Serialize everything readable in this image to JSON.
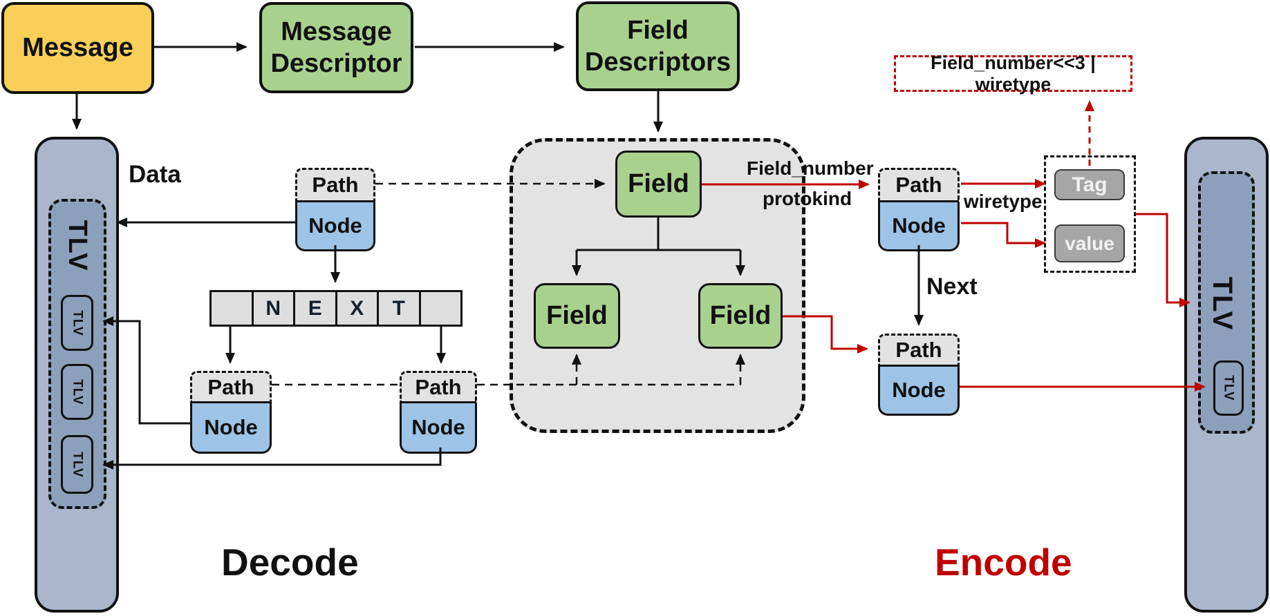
{
  "diagram": {
    "title_decode": "Decode",
    "title_encode": "Encode",
    "message": "Message",
    "message_descriptor": "Message Descriptor",
    "field_descriptors": "Field Descriptors",
    "data_label": "Data",
    "path_label": "Path",
    "node_label": "Node",
    "field_label": "Field",
    "tlv_label": "TLV",
    "next_cells": [
      "",
      "N",
      "E",
      "X",
      "T",
      ""
    ],
    "field_number_label": "Field_number",
    "protokind_label": "protokind",
    "wiretype_label": "wiretype",
    "next_label": "Next",
    "tag_label": "Tag",
    "value_label": "value",
    "formula": "Field_number<<3 | wiretype"
  },
  "colors": {
    "message_yellow": "#F9CF5A",
    "descriptor_green": "#A9D18E",
    "column_blue": "#A9B6CC",
    "column_inner_blue": "#8C9FBB",
    "node_blue": "#9DC3E6",
    "path_gray": "#E2E2E2",
    "container_gray": "#E3E3E3",
    "tag_gray": "#A6A6A6",
    "accent_red": "#C00000",
    "line_black": "#111111"
  }
}
